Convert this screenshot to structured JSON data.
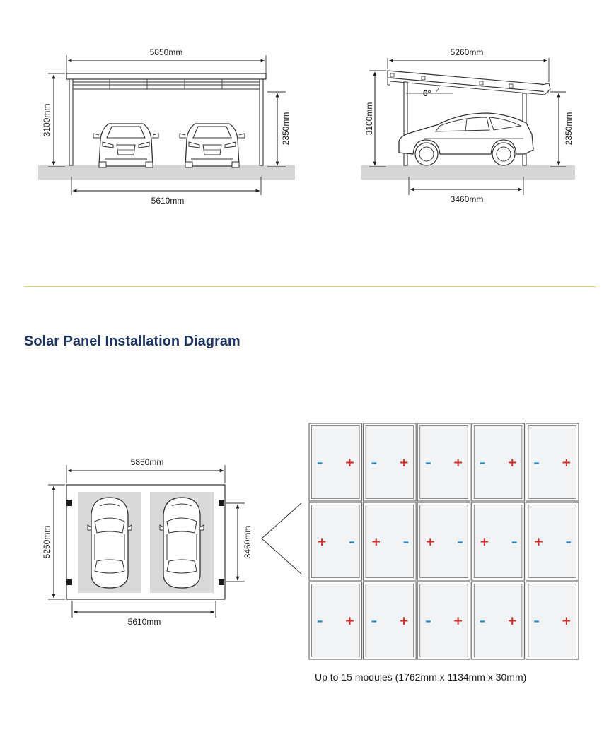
{
  "front_view": {
    "width_top": "5850mm",
    "width_bottom": "5610mm",
    "height_total": "3100mm",
    "height_clear": "2350mm"
  },
  "side_view": {
    "length_top": "5260mm",
    "span_bottom": "3460mm",
    "height_total": "3100mm",
    "height_clear": "2350mm",
    "tilt_angle": "6°"
  },
  "section": {
    "title": "Solar Panel Installation Diagram"
  },
  "plan_view": {
    "width_top": "5850mm",
    "width_bottom": "5610mm",
    "depth": "5260mm",
    "post_span": "3460mm"
  },
  "modules": {
    "caption": "Up to 15 modules  (1762mm x 1134mm x 30mm)",
    "plus_symbol": "+",
    "minus_symbol": "–",
    "rows": [
      [
        "minus-plus",
        "minus-plus",
        "minus-plus",
        "minus-plus",
        "minus-plus"
      ],
      [
        "plus-minus",
        "plus-minus",
        "plus-minus",
        "plus-minus",
        "plus-minus"
      ],
      [
        "minus-plus",
        "minus-plus",
        "minus-plus",
        "minus-plus",
        "minus-plus"
      ]
    ],
    "colors": {
      "plus": "#d12b2b",
      "minus": "#1e8ac8",
      "panel_fill": "#f2f3f5",
      "panel_frame": "#6e6e6e"
    }
  },
  "colors": {
    "ground": "#d6d6d6",
    "heading": "#1d3461",
    "divider": "#e8d15a",
    "line": "#333333"
  }
}
